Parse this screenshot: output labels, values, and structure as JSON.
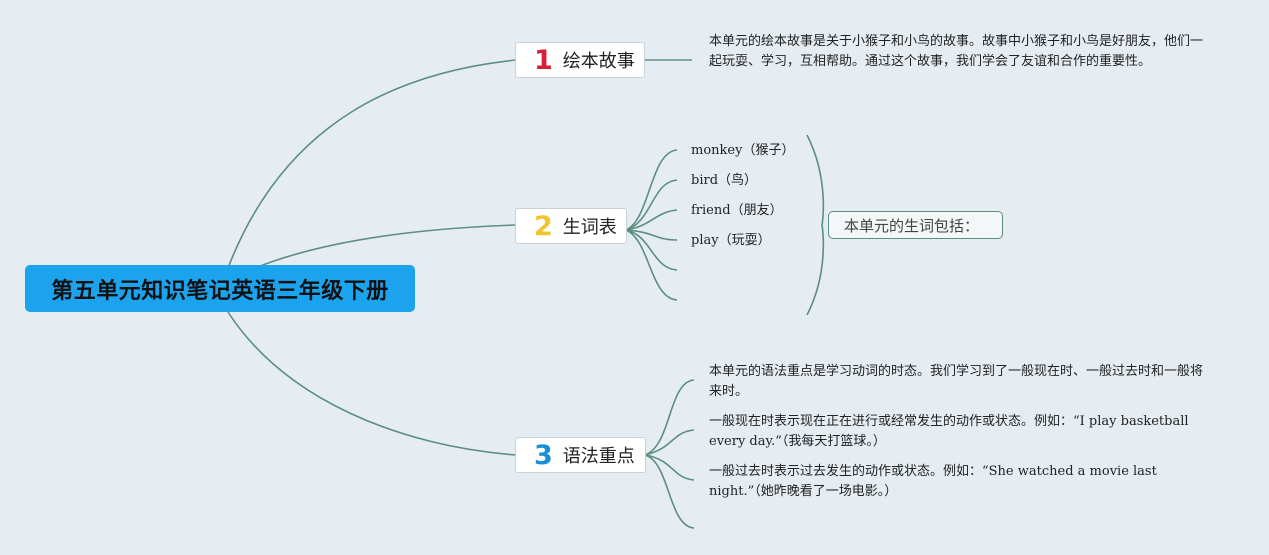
{
  "root": {
    "title": "第五单元知识笔记英语三年级下册"
  },
  "branches": [
    {
      "number": "1",
      "number_color": "#d62035",
      "label": "绘本故事",
      "texts": [
        "本单元的绘本故事是关于小猴子和小鸟的故事。故事中小猴子和小鸟是好朋友，他们一起玩耍、学习，互相帮助。通过这个故事，我们学会了友谊和合作的重要性。"
      ]
    },
    {
      "number": "2",
      "number_color": "#f2c62a",
      "label": "生词表",
      "words": [
        "monkey（猴子）",
        "bird（鸟）",
        "friend（朋友）",
        "play（玩耍）"
      ],
      "summary": "本单元的生词包括："
    },
    {
      "number": "3",
      "number_color": "#1a8fd9",
      "label": "语法重点",
      "texts": [
        "本单元的语法重点是学习动词的时态。我们学习到了一般现在时、一般过去时和一般将来时。",
        "一般现在时表示现在正在进行或经常发生的动作或状态。例如：“I play basketball every day.”（我每天打篮球。）",
        "一般过去时表示过去发生的动作或状态。例如：“She watched a movie last night.”（她昨晚看了一场电影。）"
      ]
    }
  ],
  "colors": {
    "background": "#e6edf2",
    "root": "#1ca3ee",
    "connector": "#5b8f7f"
  }
}
